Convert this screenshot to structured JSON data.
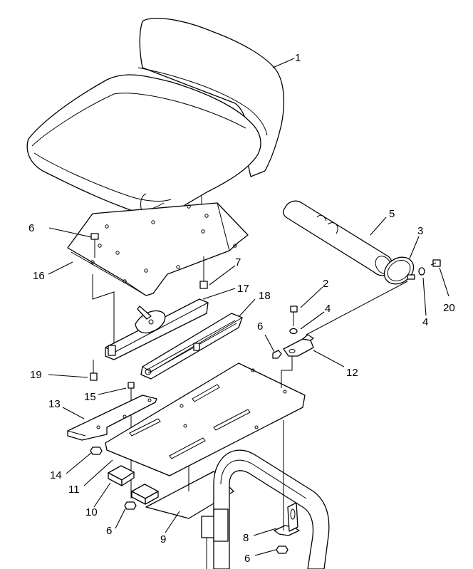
{
  "callouts": {
    "c1": "1",
    "c2": "2",
    "c3": "3",
    "c4a": "4",
    "c4b": "4",
    "c5": "5",
    "c6a": "6",
    "c6b": "6",
    "c6c": "6",
    "c6d": "6",
    "c7": "7",
    "c8": "8",
    "c9": "9",
    "c10": "10",
    "c11": "11",
    "c12": "12",
    "c13": "13",
    "c14": "14",
    "c15": "15",
    "c16": "16",
    "c17": "17",
    "c18": "18",
    "c19": "19",
    "c20": "20"
  }
}
